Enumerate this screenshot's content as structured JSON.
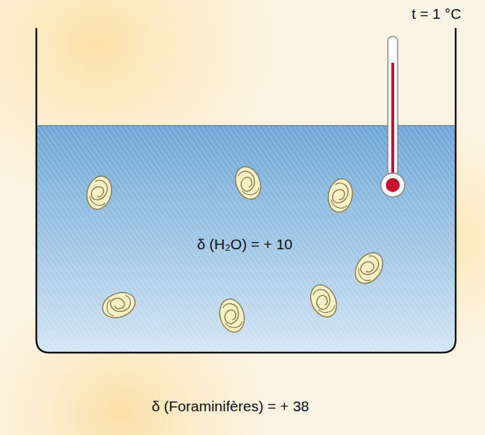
{
  "diagram": {
    "nodes": [
      {
        "text": [
          "δ (H₂O) = + 10"
        ]
      }
    ],
    "labels": [
      "t = 1 °C",
      "δ (Foraminifères) = + 38"
    ]
  }
}
